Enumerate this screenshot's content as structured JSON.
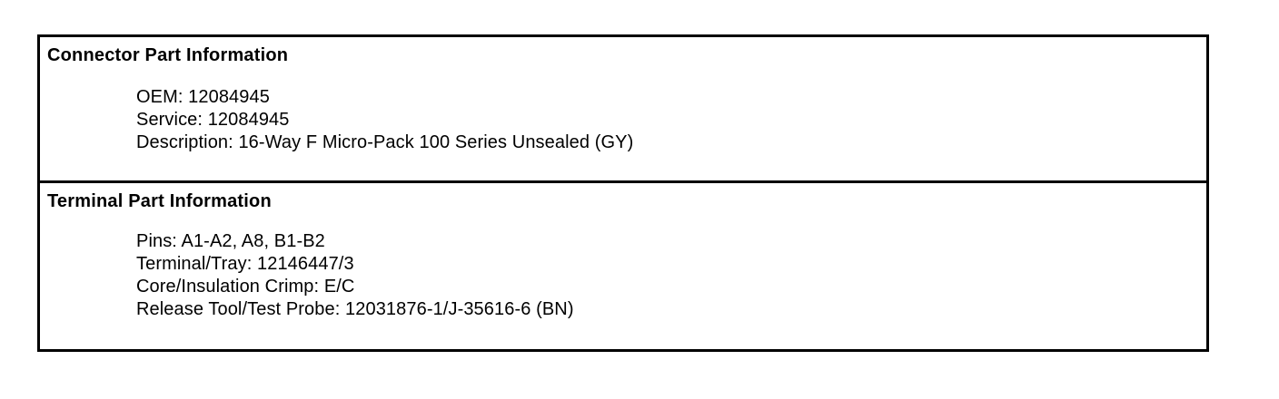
{
  "document": {
    "sections": [
      {
        "id": "connector-part-information",
        "title": "Connector Part Information",
        "fields": [
          {
            "label": "OEM",
            "text": "OEM: 12084945",
            "value": "12084945"
          },
          {
            "label": "Service",
            "text": "Service: 12084945",
            "value": "12084945"
          },
          {
            "label": "Description",
            "text": "Description: 16-Way F Micro-Pack 100 Series Unsealed (GY)",
            "value": "16-Way F Micro-Pack 100 Series Unsealed (GY)"
          }
        ]
      },
      {
        "id": "terminal-part-information",
        "title": "Terminal Part Information",
        "fields": [
          {
            "label": "Pins",
            "text": "Pins: A1-A2, A8, B1-B2",
            "value": "A1-A2, A8, B1-B2"
          },
          {
            "label": "Terminal/Tray",
            "text": "Terminal/Tray: 12146447/3",
            "value": "12146447/3"
          },
          {
            "label": "Core/Insulation Crimp",
            "text": "Core/Insulation Crimp: E/C",
            "value": "E/C"
          },
          {
            "label": "Release Tool/Test Probe",
            "text": "Release Tool/Test Probe: 12031876-1/J-35616-6 (BN)",
            "value": "12031876-1/J-35616-6 (BN)"
          }
        ]
      }
    ]
  },
  "style": {
    "border_color": "#000000",
    "text_color": "#000000",
    "background_color": "#ffffff"
  }
}
